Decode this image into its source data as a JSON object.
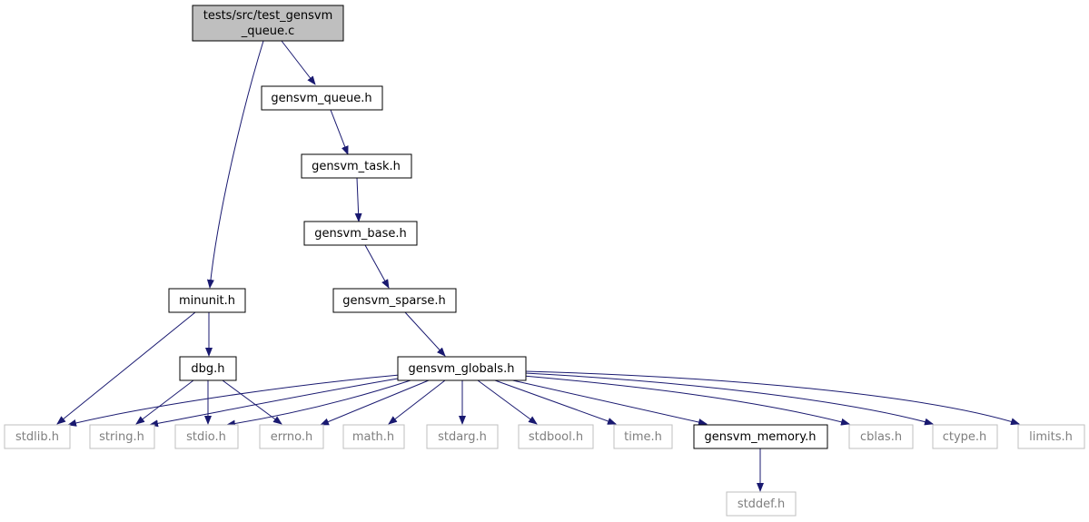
{
  "graph": {
    "root": {
      "line1": "tests/src/test_gensvm",
      "line2": "_queue.c"
    },
    "nodes": {
      "gensvm_queue": "gensvm_queue.h",
      "gensvm_task": "gensvm_task.h",
      "gensvm_base": "gensvm_base.h",
      "gensvm_sparse": "gensvm_sparse.h",
      "minunit": "minunit.h",
      "dbg": "dbg.h",
      "gensvm_globals": "gensvm_globals.h",
      "stdlib": "stdlib.h",
      "string": "string.h",
      "stdio": "stdio.h",
      "errno": "errno.h",
      "math": "math.h",
      "stdarg": "stdarg.h",
      "stdbool": "stdbool.h",
      "time": "time.h",
      "gensvm_memory": "gensvm_memory.h",
      "cblas": "cblas.h",
      "ctype": "ctype.h",
      "limits": "limits.h",
      "stddef": "stddef.h"
    },
    "colors": {
      "edge": "#191970",
      "documented_border": "#000000",
      "external_border": "#bfbfbf",
      "external_text": "#7f7f7f",
      "root_fill": "#bfbfbf"
    }
  }
}
